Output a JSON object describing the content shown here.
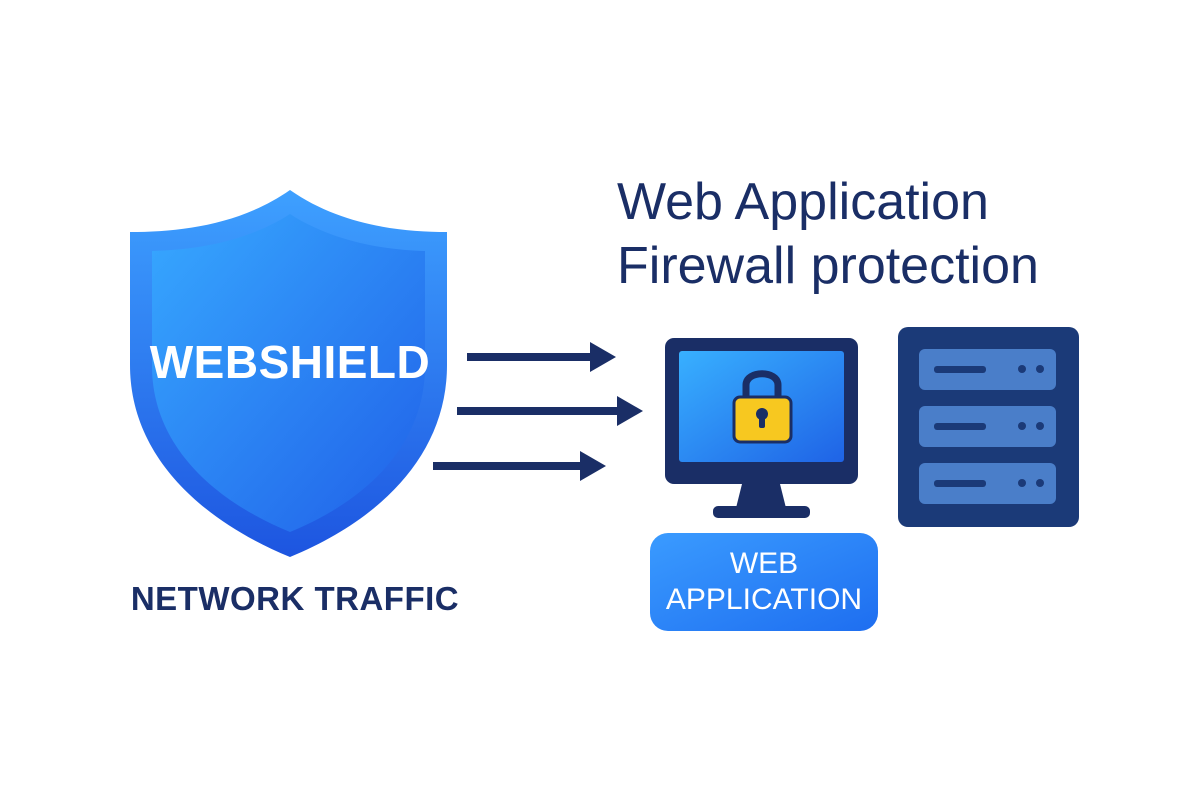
{
  "title": {
    "line1": "Web Application",
    "line2": "Firewall protection"
  },
  "shield": {
    "label": "WEBSHIELD",
    "icon": "shield-icon"
  },
  "traffic": {
    "label": "NETWORK TRAFFIC",
    "icon": "arrow-right-icon"
  },
  "web_application": {
    "label_line1": "WEB",
    "label_line2": "APPLICATION",
    "monitor_icon": "monitor-icon",
    "lock_icon": "padlock-icon"
  },
  "server": {
    "icon": "server-rack-icon",
    "units": 3
  },
  "colors": {
    "navy": "#1a2e66",
    "blue": "#2f7cf0",
    "blue_dark": "#1e5ee8",
    "blue_light": "#3aa4ff",
    "lock_yellow": "#f7c820",
    "server_navy": "#1b3a78",
    "server_unit": "#4a7ec9"
  }
}
